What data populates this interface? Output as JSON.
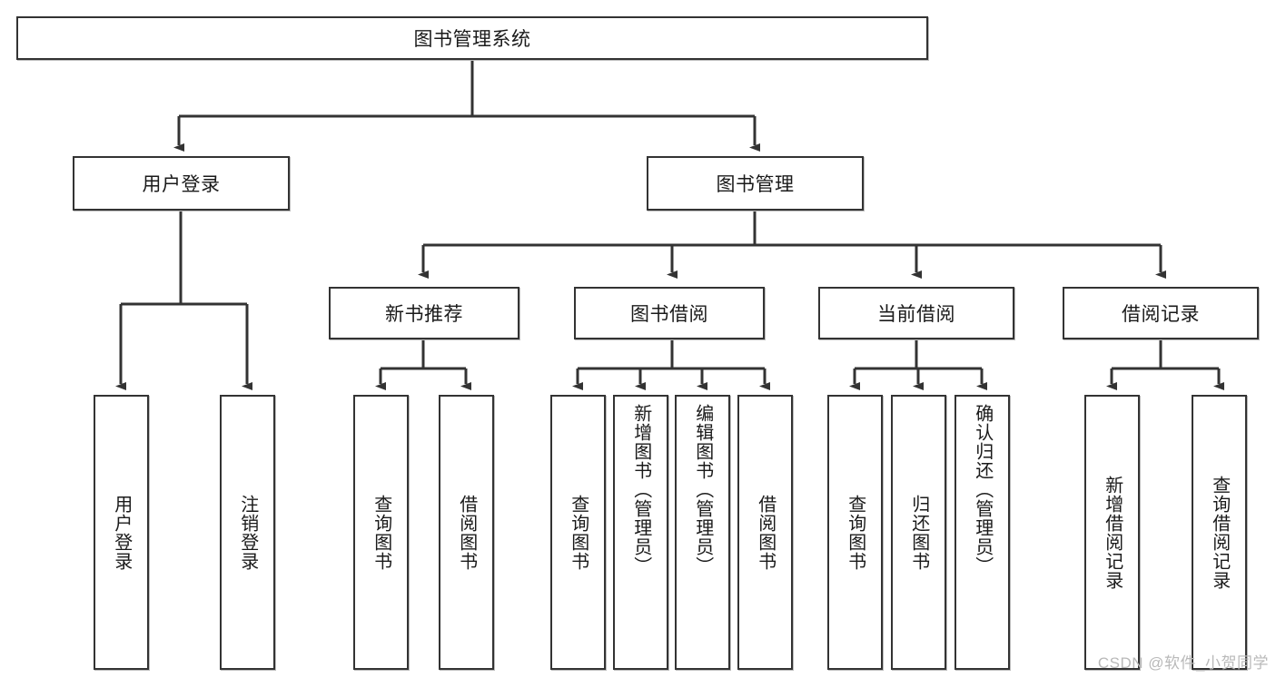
{
  "diagram": {
    "type": "tree",
    "title": "图书管理系统",
    "watermark": "CSDN @软件_小贺同学",
    "colors": {
      "border": "#333333",
      "background": "#ffffff",
      "text": "#1a1a1a",
      "watermark": "#b9b9b9"
    },
    "root": {
      "label": "图书管理系统"
    },
    "level1": [
      {
        "label": "用户登录"
      },
      {
        "label": "图书管理"
      }
    ],
    "level2": [
      {
        "label": "新书推荐"
      },
      {
        "label": "图书借阅"
      },
      {
        "label": "当前借阅"
      },
      {
        "label": "借阅记录"
      }
    ],
    "leaves": {
      "user_login": [
        {
          "label": "用户登录"
        },
        {
          "label": "注销登录"
        }
      ],
      "new_book_recommend": [
        {
          "label": "查询图书"
        },
        {
          "label": "借阅图书"
        }
      ],
      "book_borrow": [
        {
          "label": "查询图书"
        },
        {
          "label": "新增图书（管理员）"
        },
        {
          "label": "编辑图书（管理员）"
        },
        {
          "label": "借阅图书"
        }
      ],
      "current_borrow": [
        {
          "label": "查询图书"
        },
        {
          "label": "归还图书"
        },
        {
          "label": "确认归还（管理员）"
        }
      ],
      "borrow_record": [
        {
          "label": "新增借阅记录"
        },
        {
          "label": "查询借阅记录"
        }
      ]
    }
  }
}
